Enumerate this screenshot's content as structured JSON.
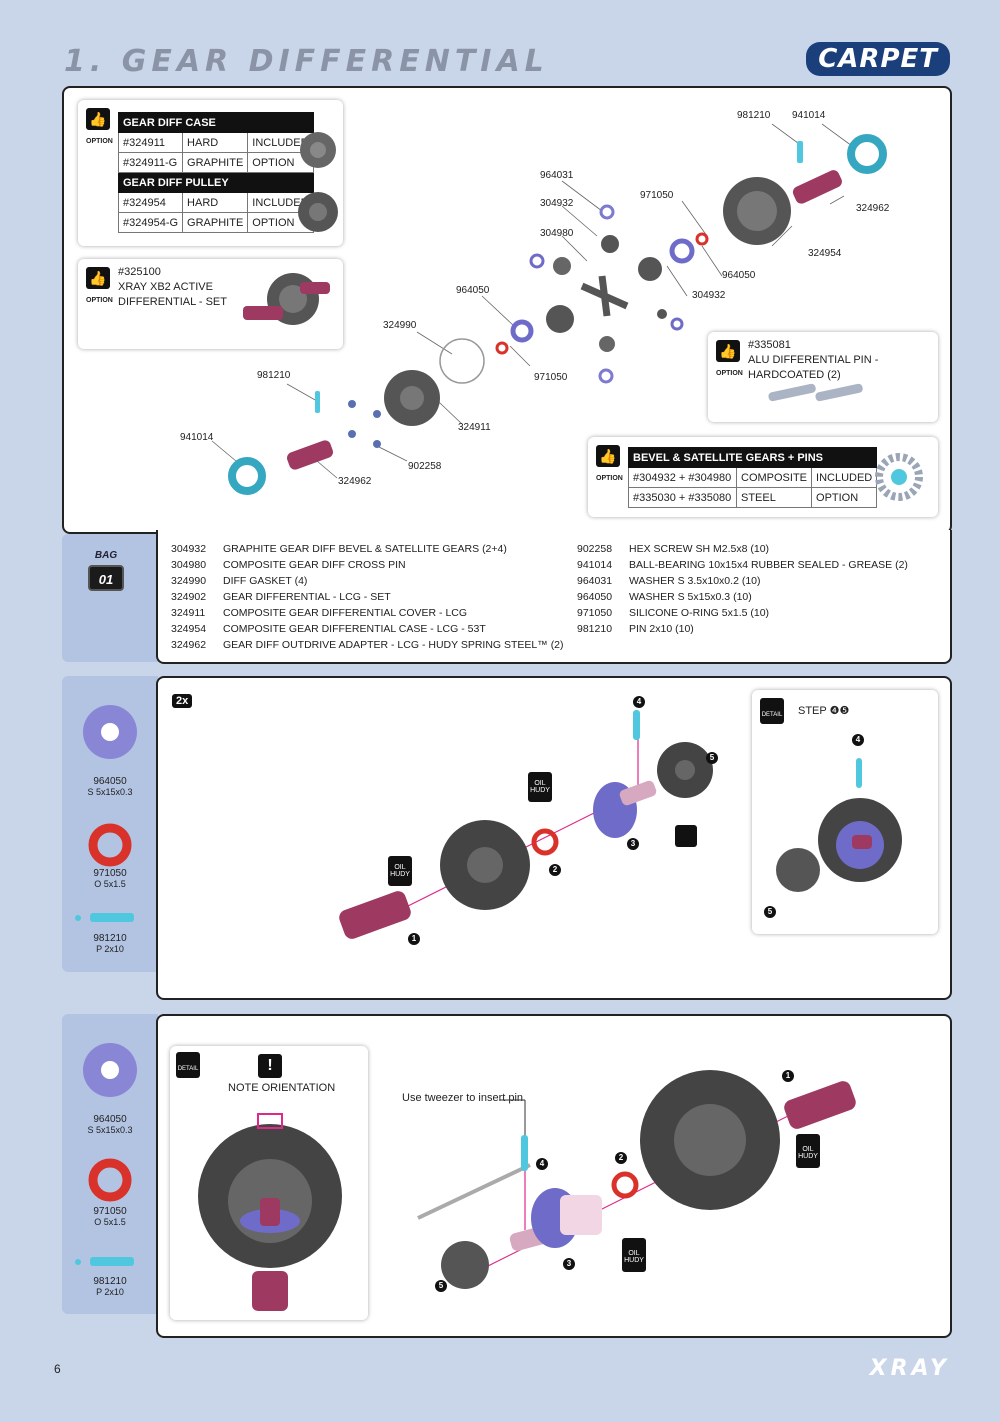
{
  "header": {
    "title": "1. GEAR DIFFERENTIAL",
    "brand": "CARPET"
  },
  "option_label": "OPTION",
  "option_diff": {
    "case_header": "GEAR DIFF CASE",
    "case_rows": [
      [
        "#324911",
        "HARD",
        "INCLUDED"
      ],
      [
        "#324911-G",
        "GRAPHITE",
        "OPTION"
      ]
    ],
    "pulley_header": "GEAR DIFF PULLEY",
    "pulley_rows": [
      [
        "#324954",
        "HARD",
        "INCLUDED"
      ],
      [
        "#324954-G",
        "GRAPHITE",
        "OPTION"
      ]
    ]
  },
  "option_xb2": {
    "code": "#325100",
    "line1": "XRAY XB2 ACTIVE",
    "line2": "DIFFERENTIAL - SET"
  },
  "option_pin": {
    "code": "#335081",
    "line1": "ALU DIFFERENTIAL PIN - HARDCOATED (2)"
  },
  "option_bevel": {
    "header": "BEVEL & SATELLITE GEARS + PINS",
    "rows": [
      [
        "#304932 + #304980",
        "COMPOSITE",
        "INCLUDED"
      ],
      [
        "#335030 + #335080",
        "STEEL",
        "OPTION"
      ]
    ]
  },
  "exploded_labels": {
    "l981210a": "981210",
    "l941014a": "941014",
    "l324962a": "324962",
    "l324954": "324954",
    "l964031": "964031",
    "l304932a": "304932",
    "l304980": "304980",
    "l971050a": "971050",
    "l964050a": "964050",
    "l304932b": "304932",
    "l964050b": "964050",
    "l324990": "324990",
    "l971050b": "971050",
    "l981210b": "981210",
    "l324911": "324911",
    "l941014b": "941014",
    "l902258": "902258",
    "l324962b": "324962"
  },
  "bag": {
    "label": "BAG",
    "number": "01"
  },
  "parts_left": [
    [
      "304932",
      "GRAPHITE GEAR DIFF BEVEL & SATELLITE GEARS (2+4)"
    ],
    [
      "304980",
      "COMPOSITE GEAR DIFF CROSS PIN"
    ],
    [
      "324990",
      "DIFF GASKET (4)"
    ],
    [
      "324902",
      "GEAR DIFFERENTIAL - LCG - SET"
    ],
    [
      "324911",
      "COMPOSITE GEAR DIFFERENTIAL COVER - LCG"
    ],
    [
      "324954",
      "COMPOSITE GEAR DIFFERENTIAL CASE - LCG - 53T"
    ],
    [
      "324962",
      "GEAR DIFF OUTDRIVE ADAPTER - LCG - HUDY SPRING STEEL™ (2)"
    ]
  ],
  "parts_right": [
    [
      "902258",
      "HEX SCREW SH M2.5x8  (10)"
    ],
    [
      "941014",
      "BALL-BEARING 10x15x4 RUBBER SEALED - GREASE (2)"
    ],
    [
      "964031",
      "WASHER S 3.5x10x0.2  (10)"
    ],
    [
      "964050",
      "WASHER S 5x15x0.3  (10)"
    ],
    [
      "971050",
      "SILICONE O-RING 5x1.5  (10)"
    ],
    [
      "981210",
      "PIN 2x10  (10)"
    ]
  ],
  "side_parts": [
    {
      "code": "964050",
      "spec": "S 5x15x0.3"
    },
    {
      "code": "971050",
      "spec": "O 5x1.5"
    },
    {
      "code": "981210",
      "spec": "P 2x10"
    }
  ],
  "step1": {
    "multiplier": "2x",
    "detail_label": "STEP ❹❺",
    "detail_word": "DETAIL",
    "oil_word": "OIL",
    "hudy_word": "HUDY",
    "nums": [
      "1",
      "2",
      "3",
      "4",
      "5"
    ]
  },
  "step2": {
    "note": "NOTE ORIENTATION",
    "tweezer": "Use tweezer to insert pin",
    "detail_word": "DETAIL",
    "oil_word": "OIL",
    "hudy_word": "HUDY",
    "nums": [
      "1",
      "2",
      "3",
      "4",
      "5"
    ]
  },
  "footer": {
    "page": "6",
    "brand": "XRAY"
  },
  "colors": {
    "background": "#c9d6ea",
    "side": "#b3c4e3",
    "washer": "#8a86d6",
    "oring": "#d8322a",
    "pin": "#4fc7de",
    "outdrive": "#9e3a62",
    "arrow": "#e0288a"
  }
}
